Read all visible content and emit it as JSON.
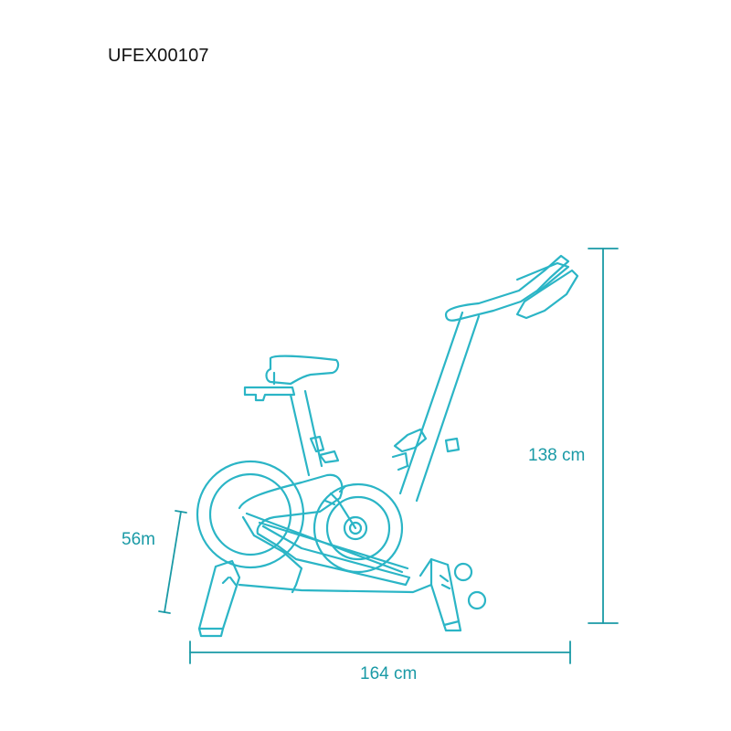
{
  "model_code": "UFEX00107",
  "dimensions": {
    "height_label": "138  cm",
    "length_label": "164  cm",
    "seat_label": "56m"
  },
  "colors": {
    "outline": "#2bb5c6",
    "dimension_lines": "#1a9aa6",
    "text": "#111111",
    "dimension_text": "#1a9aa6",
    "background": "#ffffff"
  }
}
